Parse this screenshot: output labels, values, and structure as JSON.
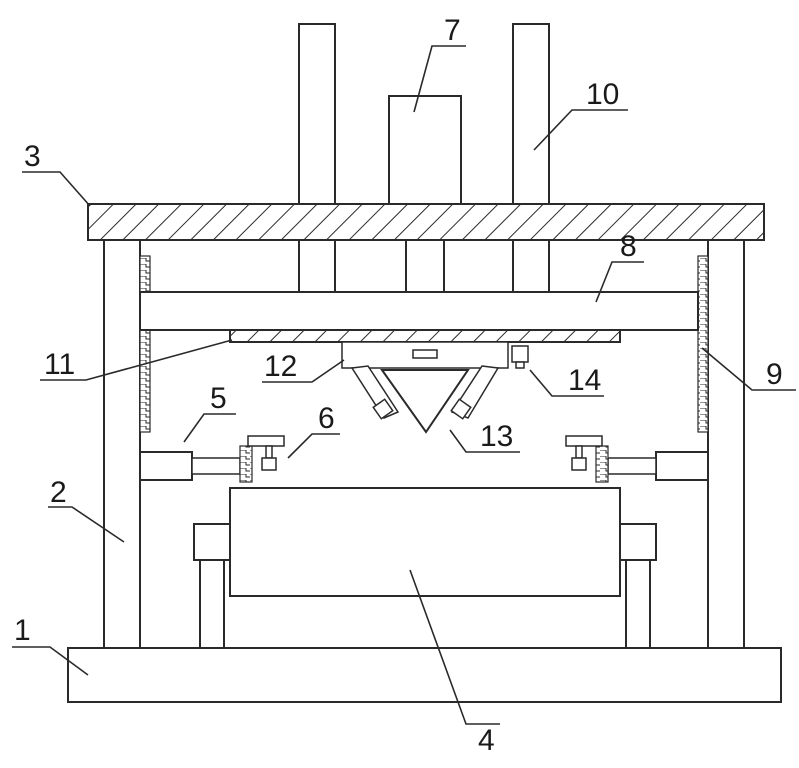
{
  "callouts": [
    {
      "id": "c1",
      "text": "1"
    },
    {
      "id": "c2",
      "text": "2"
    },
    {
      "id": "c3",
      "text": "3"
    },
    {
      "id": "c4",
      "text": "4"
    },
    {
      "id": "c5",
      "text": "5"
    },
    {
      "id": "c6",
      "text": "6"
    },
    {
      "id": "c7",
      "text": "7"
    },
    {
      "id": "c8",
      "text": "8"
    },
    {
      "id": "c9",
      "text": "9"
    },
    {
      "id": "c10",
      "text": "10"
    },
    {
      "id": "c11",
      "text": "11"
    },
    {
      "id": "c12",
      "text": "12"
    },
    {
      "id": "c13",
      "text": "13"
    },
    {
      "id": "c14",
      "text": "14"
    }
  ],
  "colors": {
    "line": "#2a2a2a",
    "background": "#ffffff"
  }
}
